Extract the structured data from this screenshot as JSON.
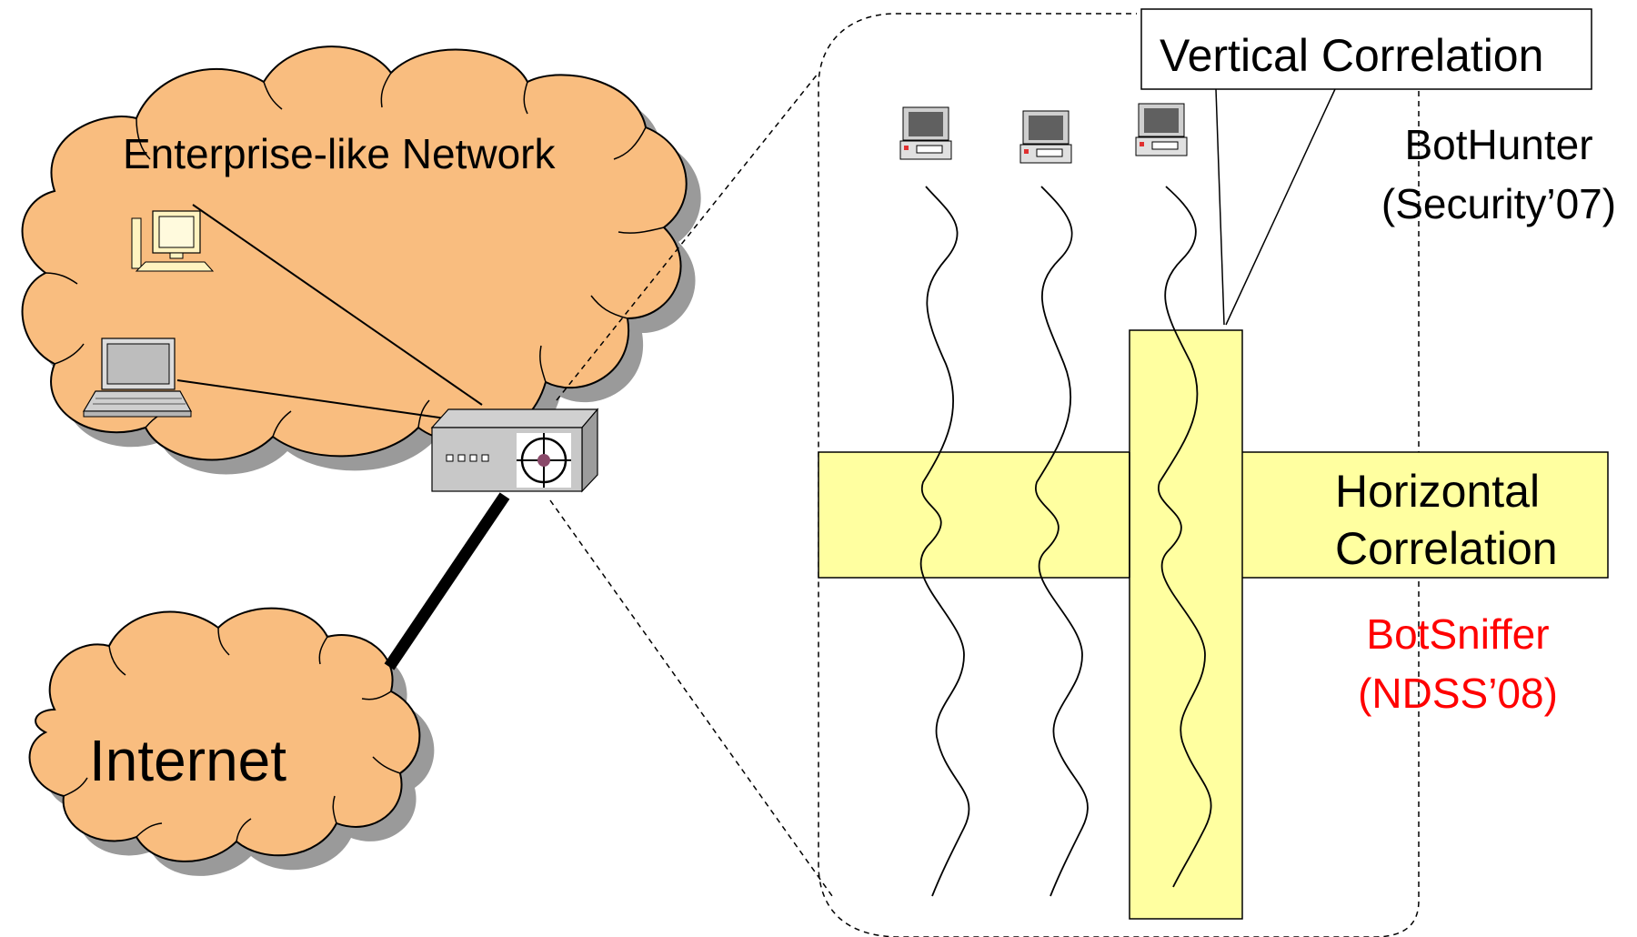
{
  "enterprise_cloud": {
    "label": "Enterprise-like Network",
    "fill": "#f9bd7f",
    "shadow": "#9a9a9a"
  },
  "internet_cloud": {
    "label": "Internet",
    "fill": "#f9bd7f",
    "shadow": "#9a9a9a"
  },
  "vertical_correlation": {
    "label": "Vertical Correlation",
    "fill": "#ffffa0"
  },
  "horizontal_correlation": {
    "label_line1": "Horizontal",
    "label_line2": "Correlation",
    "fill": "#ffffa0"
  },
  "bothunter": {
    "line1": "BotHunter",
    "line2": "(Security’07)"
  },
  "botsniffer": {
    "line1": "BotSniffer",
    "line2": "(NDSS’08)",
    "color": "#ff0000"
  },
  "hosts": [
    "host-computer",
    "host-computer",
    "host-computer"
  ],
  "icons": [
    "desktop-computer-icon",
    "laptop-icon",
    "monitor-device-icon",
    "crosshair-icon"
  ]
}
